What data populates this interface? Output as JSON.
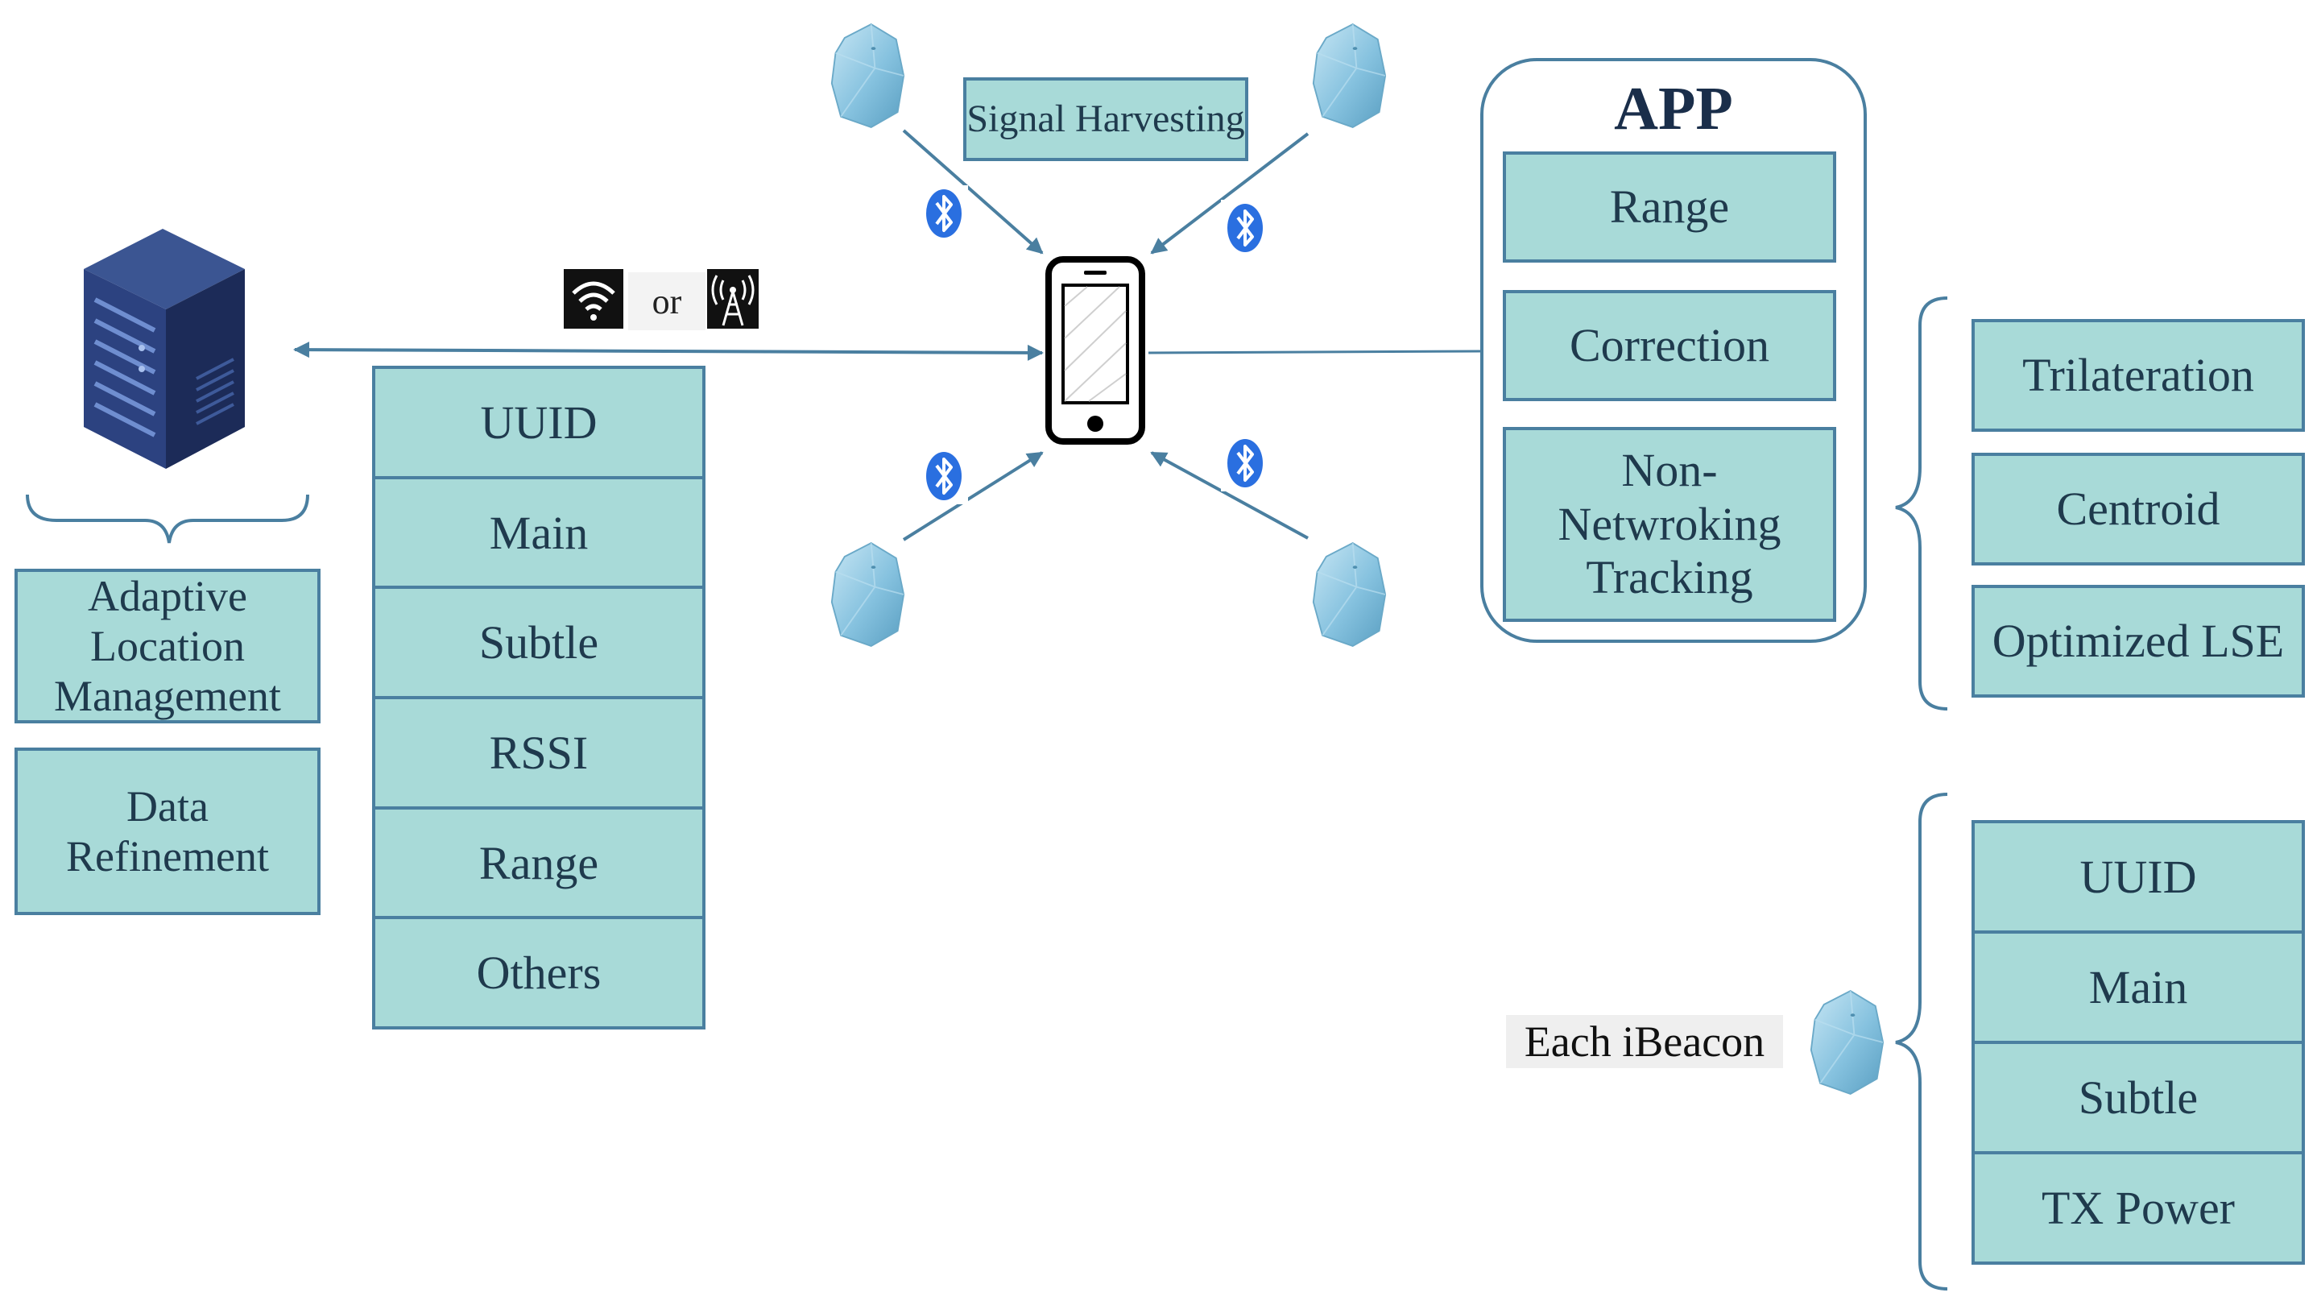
{
  "signal_harvesting": "Signal Harvesting",
  "connectivity_or": "or",
  "app": {
    "title": "APP",
    "items": [
      "Range",
      "Correction",
      "Non-\nNetwroking\nTracking"
    ]
  },
  "localization_methods": [
    "Trilateration",
    "Centroid",
    "Optimized LSE"
  ],
  "server_functions": [
    "Adaptive\nLocation\nManagement",
    "Data\nRefinement"
  ],
  "uploaded_fields": [
    "UUID",
    "Main",
    "Subtle",
    "RSSI",
    "Range",
    "Others"
  ],
  "ibeacon": {
    "label": "Each iBeacon",
    "fields": [
      "UUID",
      "Main",
      "Subtle",
      "TX Power"
    ]
  },
  "icons": [
    "server-icon",
    "smartphone-icon",
    "ibeacon-icon",
    "bluetooth-icon",
    "wifi-icon",
    "cell-tower-icon"
  ],
  "colors": {
    "box_fill": "#a8dad8",
    "box_border": "#4a7fa0",
    "arrow": "#4a7fa0",
    "beacon": "#8cc6e0",
    "server": "#2c3f73",
    "bluetooth": "#2a6fe0"
  }
}
